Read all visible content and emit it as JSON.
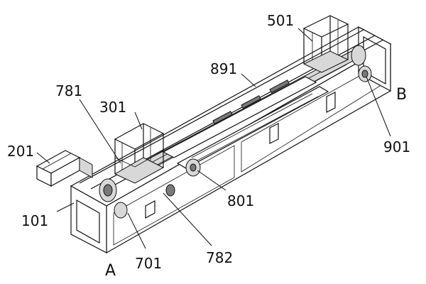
{
  "labels": {
    "l101": "101",
    "l201": "201",
    "l301": "301",
    "l501": "501",
    "l701": "701",
    "l781": "781",
    "l782": "782",
    "l801": "801",
    "l891": "891",
    "l901": "901",
    "lA": "A",
    "lB": "B"
  }
}
